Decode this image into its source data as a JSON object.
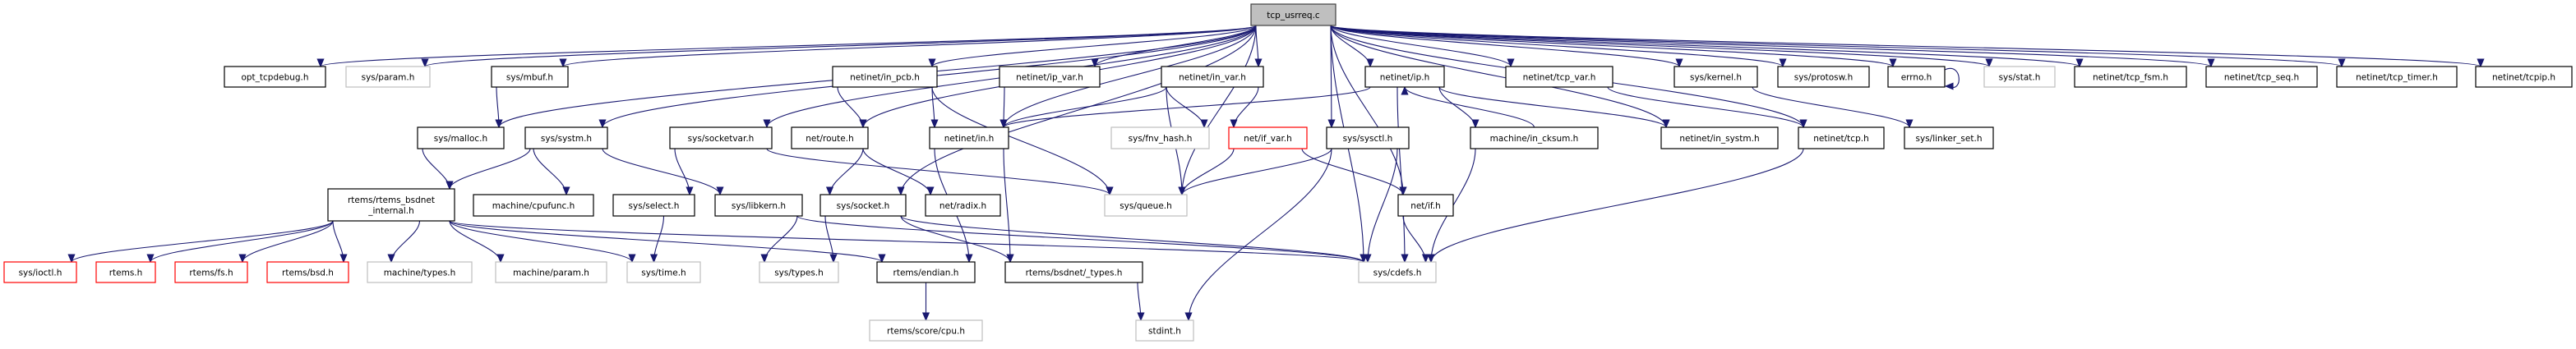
{
  "title": "tcp_usrreq.c",
  "colors": {
    "edge": "#191970",
    "root_fill": "#bfbfbf",
    "root_border": "#404040",
    "documented_border": "#000000",
    "undocumented_border": "#bfbfbf",
    "missing_border": "#ff0000"
  },
  "nodes": [
    {
      "id": "root",
      "label": "tcp_usrreq.c",
      "kind": "root"
    },
    {
      "id": "opt_tcpdebug",
      "label": "opt_tcpdebug.h",
      "kind": "documented"
    },
    {
      "id": "sys_param",
      "label": "sys/param.h",
      "kind": "undocumented"
    },
    {
      "id": "sys_mbuf",
      "label": "sys/mbuf.h",
      "kind": "documented"
    },
    {
      "id": "netinet_in_pcb",
      "label": "netinet/in_pcb.h",
      "kind": "documented"
    },
    {
      "id": "netinet_ip_var",
      "label": "netinet/ip_var.h",
      "kind": "documented"
    },
    {
      "id": "netinet_in_var",
      "label": "netinet/in_var.h",
      "kind": "documented"
    },
    {
      "id": "netinet_ip",
      "label": "netinet/ip.h",
      "kind": "documented"
    },
    {
      "id": "netinet_tcp_var",
      "label": "netinet/tcp_var.h",
      "kind": "documented"
    },
    {
      "id": "sys_kernel",
      "label": "sys/kernel.h",
      "kind": "documented"
    },
    {
      "id": "sys_protosw",
      "label": "sys/protosw.h",
      "kind": "documented"
    },
    {
      "id": "errno",
      "label": "errno.h",
      "kind": "documented"
    },
    {
      "id": "sys_stat",
      "label": "sys/stat.h",
      "kind": "undocumented"
    },
    {
      "id": "netinet_tcp_fsm",
      "label": "netinet/tcp_fsm.h",
      "kind": "documented"
    },
    {
      "id": "netinet_tcp_seq",
      "label": "netinet/tcp_seq.h",
      "kind": "documented"
    },
    {
      "id": "netinet_tcp_timer",
      "label": "netinet/tcp_timer.h",
      "kind": "documented"
    },
    {
      "id": "netinet_tcpip",
      "label": "netinet/tcpip.h",
      "kind": "documented"
    },
    {
      "id": "sys_malloc",
      "label": "sys/malloc.h",
      "kind": "documented"
    },
    {
      "id": "sys_systm",
      "label": "sys/systm.h",
      "kind": "documented"
    },
    {
      "id": "sys_socketvar",
      "label": "sys/socketvar.h",
      "kind": "documented"
    },
    {
      "id": "net_route",
      "label": "net/route.h",
      "kind": "documented"
    },
    {
      "id": "netinet_in",
      "label": "netinet/in.h",
      "kind": "documented"
    },
    {
      "id": "sys_fnv_hash",
      "label": "sys/fnv_hash.h",
      "kind": "undocumented"
    },
    {
      "id": "net_if_var",
      "label": "net/if_var.h",
      "kind": "missing"
    },
    {
      "id": "sys_sysctl",
      "label": "sys/sysctl.h",
      "kind": "documented"
    },
    {
      "id": "machine_in_cksum",
      "label": "machine/in_cksum.h",
      "kind": "documented"
    },
    {
      "id": "netinet_in_systm",
      "label": "netinet/in_systm.h",
      "kind": "documented"
    },
    {
      "id": "netinet_tcp",
      "label": "netinet/tcp.h",
      "kind": "documented"
    },
    {
      "id": "sys_linker_set",
      "label": "sys/linker_set.h",
      "kind": "documented"
    },
    {
      "id": "rtems_bsdnet_internal",
      "label": "rtems/rtems_bsdnet\n_internal.h",
      "kind": "documented"
    },
    {
      "id": "machine_cpufunc",
      "label": "machine/cpufunc.h",
      "kind": "documented"
    },
    {
      "id": "sys_select",
      "label": "sys/select.h",
      "kind": "documented"
    },
    {
      "id": "sys_libkern",
      "label": "sys/libkern.h",
      "kind": "documented"
    },
    {
      "id": "sys_socket",
      "label": "sys/socket.h",
      "kind": "documented"
    },
    {
      "id": "net_radix",
      "label": "net/radix.h",
      "kind": "documented"
    },
    {
      "id": "sys_queue",
      "label": "sys/queue.h",
      "kind": "undocumented"
    },
    {
      "id": "net_if",
      "label": "net/if.h",
      "kind": "documented"
    },
    {
      "id": "sys_ioctl",
      "label": "sys/ioctl.h",
      "kind": "missing"
    },
    {
      "id": "rtems",
      "label": "rtems.h",
      "kind": "missing"
    },
    {
      "id": "rtems_fs",
      "label": "rtems/fs.h",
      "kind": "missing"
    },
    {
      "id": "rtems_bsd",
      "label": "rtems/bsd.h",
      "kind": "missing"
    },
    {
      "id": "machine_types",
      "label": "machine/types.h",
      "kind": "undocumented"
    },
    {
      "id": "machine_param",
      "label": "machine/param.h",
      "kind": "undocumented"
    },
    {
      "id": "sys_time",
      "label": "sys/time.h",
      "kind": "undocumented"
    },
    {
      "id": "sys_types",
      "label": "sys/types.h",
      "kind": "undocumented"
    },
    {
      "id": "rtems_endian",
      "label": "rtems/endian.h",
      "kind": "documented"
    },
    {
      "id": "rtems_bsdnet_types",
      "label": "rtems/bsdnet/_types.h",
      "kind": "documented"
    },
    {
      "id": "sys_cdefs",
      "label": "sys/cdefs.h",
      "kind": "undocumented"
    },
    {
      "id": "rtems_score_cpu",
      "label": "rtems/score/cpu.h",
      "kind": "undocumented"
    },
    {
      "id": "stdint",
      "label": "stdint.h",
      "kind": "undocumented"
    }
  ],
  "edges": [
    [
      "root",
      "opt_tcpdebug"
    ],
    [
      "root",
      "sys_param"
    ],
    [
      "root",
      "sys_malloc"
    ],
    [
      "root",
      "sys_mbuf"
    ],
    [
      "root",
      "sys_systm"
    ],
    [
      "root",
      "sys_socketvar"
    ],
    [
      "root",
      "sys_socket"
    ],
    [
      "root",
      "net_route"
    ],
    [
      "root",
      "netinet_in_pcb"
    ],
    [
      "root",
      "netinet_in"
    ],
    [
      "root",
      "netinet_ip_var"
    ],
    [
      "root",
      "netinet_in_var"
    ],
    [
      "root",
      "sys_queue"
    ],
    [
      "root",
      "sys_sysctl"
    ],
    [
      "root",
      "netinet_ip"
    ],
    [
      "root",
      "net_if"
    ],
    [
      "root",
      "netinet_tcp_var"
    ],
    [
      "root",
      "netinet_in_systm"
    ],
    [
      "root",
      "sys_kernel"
    ],
    [
      "root",
      "sys_protosw"
    ],
    [
      "root",
      "errno"
    ],
    [
      "root",
      "sys_stat"
    ],
    [
      "root",
      "netinet_tcp_fsm"
    ],
    [
      "root",
      "netinet_tcp_seq"
    ],
    [
      "root",
      "netinet_tcp_timer"
    ],
    [
      "root",
      "netinet_tcpip"
    ],
    [
      "root",
      "netinet_tcp"
    ],
    [
      "root",
      "sys_cdefs"
    ],
    [
      "sys_mbuf",
      "sys_malloc"
    ],
    [
      "sys_malloc",
      "rtems_bsdnet_internal"
    ],
    [
      "sys_systm",
      "rtems_bsdnet_internal"
    ],
    [
      "sys_systm",
      "machine_cpufunc"
    ],
    [
      "sys_systm",
      "sys_libkern"
    ],
    [
      "sys_socketvar",
      "sys_select"
    ],
    [
      "sys_socketvar",
      "sys_queue"
    ],
    [
      "net_route",
      "sys_socket"
    ],
    [
      "net_route",
      "net_radix"
    ],
    [
      "netinet_in_pcb",
      "net_route"
    ],
    [
      "netinet_in_pcb",
      "netinet_in"
    ],
    [
      "netinet_in_pcb",
      "sys_queue"
    ],
    [
      "netinet_ip_var",
      "netinet_in"
    ],
    [
      "netinet_in_var",
      "netinet_in"
    ],
    [
      "netinet_in_var",
      "sys_fnv_hash"
    ],
    [
      "netinet_in_var",
      "net_if_var"
    ],
    [
      "netinet_in_var",
      "sys_queue"
    ],
    [
      "netinet_ip",
      "netinet_in"
    ],
    [
      "netinet_ip",
      "machine_in_cksum"
    ],
    [
      "netinet_ip",
      "netinet_in_systm"
    ],
    [
      "netinet_ip",
      "sys_cdefs"
    ],
    [
      "machine_in_cksum",
      "netinet_ip"
    ],
    [
      "machine_in_cksum",
      "sys_cdefs"
    ],
    [
      "netinet_tcp_var",
      "netinet_tcp"
    ],
    [
      "sys_kernel",
      "sys_linker_set"
    ],
    [
      "errno",
      "errno"
    ],
    [
      "netinet_in",
      "rtems_endian"
    ],
    [
      "netinet_in",
      "rtems_bsdnet_types"
    ],
    [
      "net_if_var",
      "sys_queue"
    ],
    [
      "net_if_var",
      "net_if"
    ],
    [
      "sys_sysctl",
      "sys_queue"
    ],
    [
      "sys_sysctl",
      "stdint"
    ],
    [
      "sys_sysctl",
      "sys_cdefs"
    ],
    [
      "net_if",
      "sys_cdefs"
    ],
    [
      "netinet_tcp",
      "sys_cdefs"
    ],
    [
      "rtems_bsdnet_internal",
      "sys_ioctl"
    ],
    [
      "rtems_bsdnet_internal",
      "rtems"
    ],
    [
      "rtems_bsdnet_internal",
      "rtems_fs"
    ],
    [
      "rtems_bsdnet_internal",
      "rtems_bsd"
    ],
    [
      "rtems_bsdnet_internal",
      "machine_types"
    ],
    [
      "rtems_bsdnet_internal",
      "machine_param"
    ],
    [
      "rtems_bsdnet_internal",
      "sys_time"
    ],
    [
      "rtems_bsdnet_internal",
      "rtems_endian"
    ],
    [
      "rtems_bsdnet_internal",
      "sys_cdefs"
    ],
    [
      "sys_select",
      "sys_time"
    ],
    [
      "sys_libkern",
      "sys_types"
    ],
    [
      "sys_libkern",
      "sys_cdefs"
    ],
    [
      "sys_socket",
      "sys_types"
    ],
    [
      "sys_socket",
      "rtems_bsdnet_types"
    ],
    [
      "sys_socket",
      "sys_cdefs"
    ],
    [
      "rtems_endian",
      "rtems_score_cpu"
    ],
    [
      "rtems_bsdnet_types",
      "stdint"
    ]
  ]
}
